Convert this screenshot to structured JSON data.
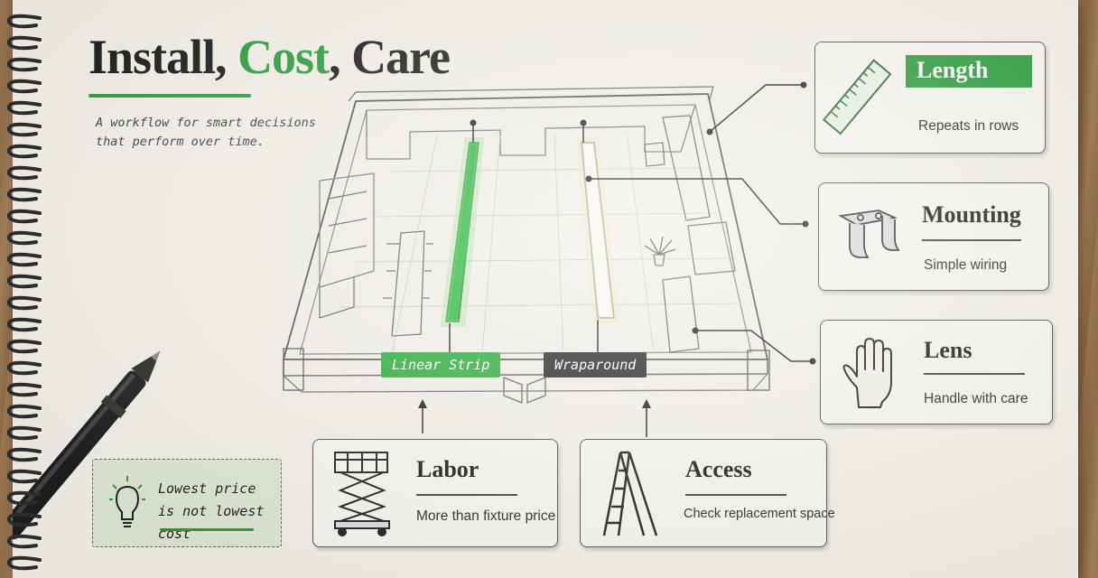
{
  "title": {
    "part1": "Install, ",
    "part2": "Cost",
    "part3": ", Care"
  },
  "subtitle": "A workflow for smart decisions that perform over time.",
  "fixtures": {
    "linear": "Linear Strip",
    "wrap": "Wraparound"
  },
  "cards": {
    "length": {
      "title": "Length",
      "text": "Repeats in rows",
      "icon": "ruler-icon"
    },
    "mounting": {
      "title": "Mounting",
      "text": "Simple wiring",
      "icon": "mounting-bracket-icon"
    },
    "lens": {
      "title": "Lens",
      "text": "Handle with care",
      "icon": "hand-icon"
    },
    "labor": {
      "title": "Labor",
      "text": "More than fixture price",
      "icon": "scissor-lift-icon"
    },
    "access": {
      "title": "Access",
      "text": "Check replacement space",
      "icon": "ladder-icon"
    }
  },
  "note": {
    "line1": "Lowest price",
    "line2": "is not lowest cost",
    "icon": "lightbulb-icon"
  },
  "colors": {
    "accent": "#2a9d3c",
    "dark": "#2b2b2b",
    "paper": "#f3f0e8"
  }
}
